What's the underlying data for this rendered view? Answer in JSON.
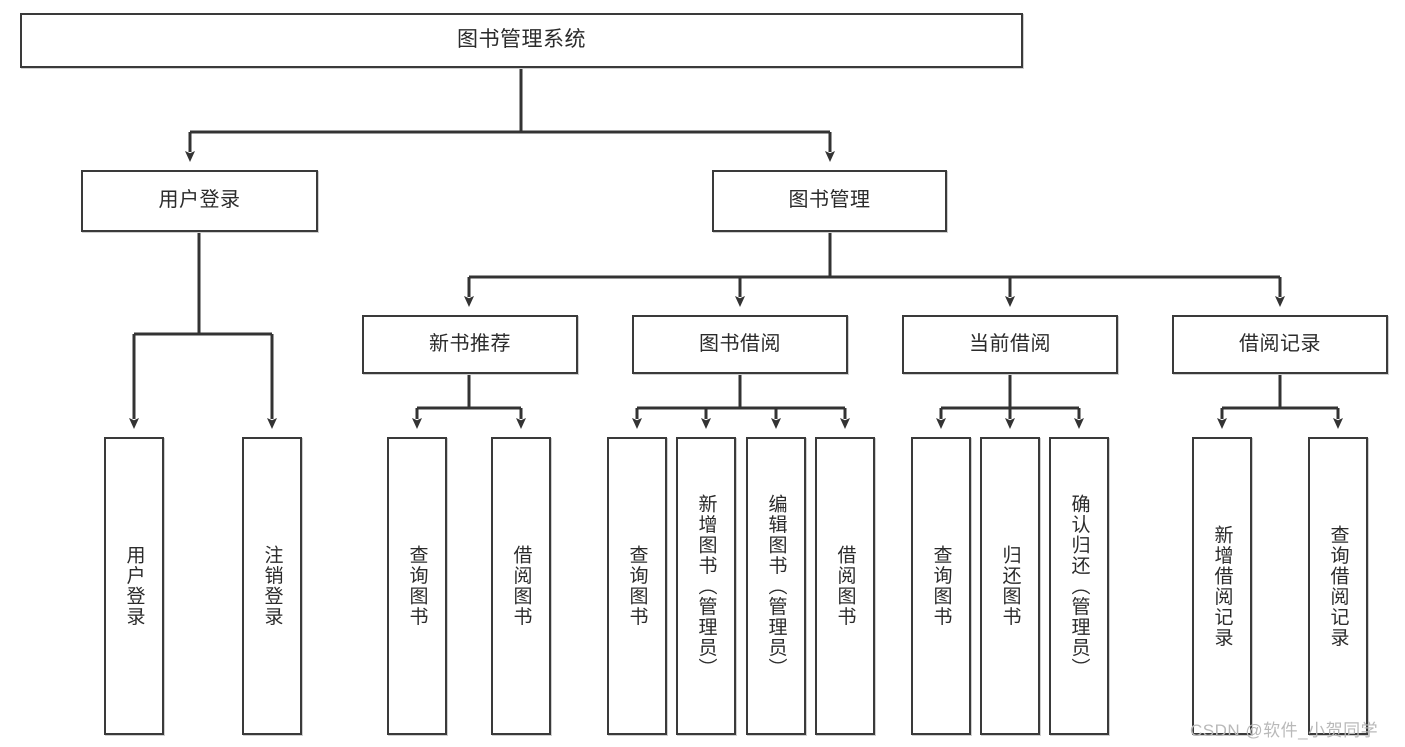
{
  "diagram": {
    "title": "图书管理系统",
    "type": "tree-hierarchy-diagram",
    "watermark": "CSDN @软件_小贺同学",
    "colors": {
      "box_border": "#3a3a3a",
      "box_fill": "#ffffff",
      "connector": "#333333",
      "text": "#2b2b2b",
      "watermark": "#b9b9b9",
      "background": "#ffffff"
    },
    "levels": {
      "root": {
        "label": "图书管理系统"
      },
      "level2": [
        {
          "label": "用户登录"
        },
        {
          "label": "图书管理"
        }
      ],
      "level3": [
        {
          "label": "新书推荐"
        },
        {
          "label": "图书借阅"
        },
        {
          "label": "当前借阅"
        },
        {
          "label": "借阅记录"
        }
      ],
      "leaves": {
        "user_login": [
          {
            "label": "用户登录"
          },
          {
            "label": "注销登录"
          }
        ],
        "new_book_recommend": [
          {
            "label": "查询图书"
          },
          {
            "label": "借阅图书"
          }
        ],
        "book_borrow": [
          {
            "label": "查询图书"
          },
          {
            "label": "新增图书（管理员）"
          },
          {
            "label": "编辑图书（管理员）"
          },
          {
            "label": "借阅图书"
          }
        ],
        "current_borrow": [
          {
            "label": "查询图书"
          },
          {
            "label": "归还图书"
          },
          {
            "label": "确认归还（管理员）"
          }
        ],
        "borrow_record": [
          {
            "label": "新增借阅记录"
          },
          {
            "label": "查询借阅记录"
          }
        ]
      }
    }
  }
}
